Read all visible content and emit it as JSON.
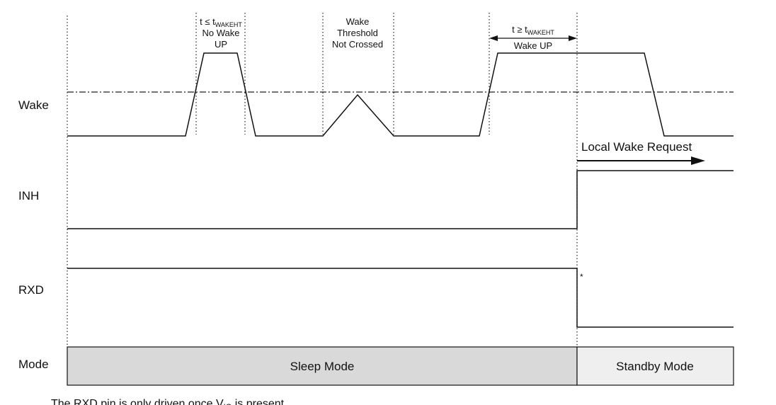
{
  "signals": {
    "wake": "Wake",
    "inh": "INH",
    "rxd": "RXD",
    "mode": "Mode"
  },
  "annotations": {
    "no_wake": {
      "t_prefix": "t ≤ t",
      "t_subscript": "WAKEHT",
      "line2": "No Wake",
      "line3": "UP"
    },
    "threshold": {
      "line1": "Wake",
      "line2": "Threshold",
      "line3": "Not Crossed"
    },
    "wake_up": {
      "t_prefix": "t ≥ t",
      "t_subscript": "WAKEHT",
      "line2": "Wake UP"
    },
    "local_wake_request": "Local Wake Request",
    "rxd_marker": "*"
  },
  "modes": {
    "sleep": "Sleep Mode",
    "standby": "Standby Mode"
  },
  "colors": {
    "sleep_fill": "#d9d9d9",
    "standby_fill": "#efefef",
    "line": "#111111"
  },
  "footnote": {
    "prefix": "The RXD pin is only driven once V",
    "subscript": "IO",
    "suffix": " is present"
  }
}
